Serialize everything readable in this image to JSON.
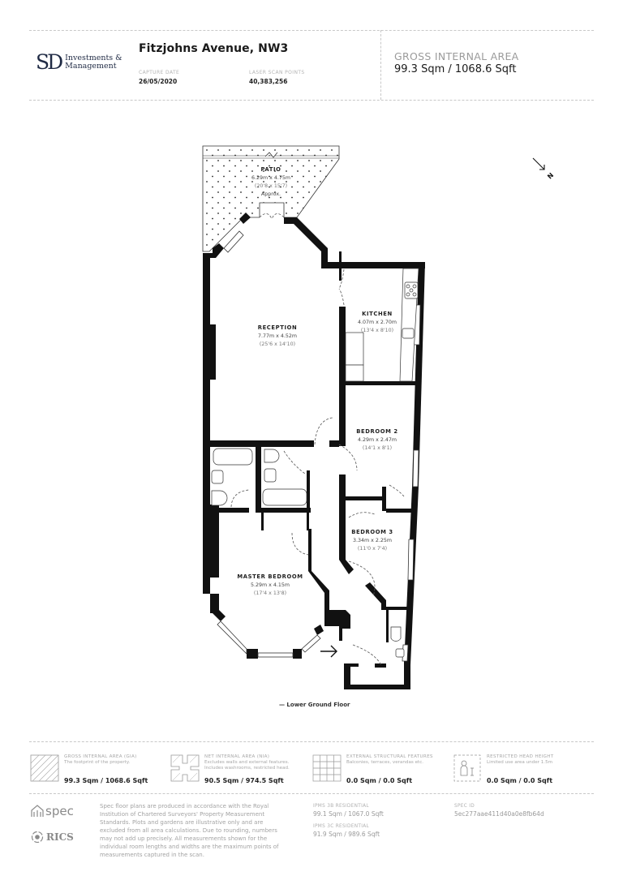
{
  "header": {
    "brand": {
      "mark": "SD",
      "line1": "Investments &",
      "line2": "Management"
    },
    "property_title": "Fitzjohns Avenue, NW3",
    "capture_date_label": "CAPTURE DATE",
    "capture_date": "26/05/2020",
    "laser_scan_label": "LASER SCAN POINTS",
    "laser_scan_points": "40,383,256",
    "gia_label": "GROSS INTERNAL AREA",
    "gia_value": "99.3 Sqm / 1068.6 Sqft"
  },
  "plan": {
    "compass_label": "N",
    "floor_caption": "— Lower Ground Floor",
    "rooms": [
      {
        "name": "PATIO",
        "metric": "6.29m x 4.75m",
        "imperial": "(20'8 x 15'7)",
        "note": "Approx."
      },
      {
        "name": "RECEPTION",
        "metric": "7.77m x 4.52m",
        "imperial": "(25'6 x 14'10)"
      },
      {
        "name": "KITCHEN",
        "metric": "4.07m x 2.70m",
        "imperial": "(13'4 x 8'10)"
      },
      {
        "name": "BEDROOM 2",
        "metric": "4.29m x 2.47m",
        "imperial": "(14'1 x 8'1)"
      },
      {
        "name": "BEDROOM 3",
        "metric": "3.34m x 2.25m",
        "imperial": "(11'0 x 7'4)"
      },
      {
        "name": "MASTER BEDROOM",
        "metric": "5.29m x 4.15m",
        "imperial": "(17'4 x 13'8)"
      }
    ]
  },
  "legend": [
    {
      "title": "GROSS INTERNAL AREA (GIA)",
      "desc1": "The footprint of the property.",
      "desc2": "",
      "value": "99.3 Sqm / 1068.6 Sqft",
      "icon": "hatched-square-icon"
    },
    {
      "title": "NET INTERNAL AREA (NIA)",
      "desc1": "Excludes walls and external features.",
      "desc2": "Includes washrooms, restricted head.",
      "value": "90.5 Sqm / 974.5 Sqft",
      "icon": "hatched-plan-icon"
    },
    {
      "title": "EXTERNAL STRUCTURAL FEATURES",
      "desc1": "Balconies, terraces, verandas etc.",
      "desc2": "",
      "value": "0.0 Sqm / 0.0 Sqft",
      "icon": "grid-icon"
    },
    {
      "title": "RESTRICTED HEAD HEIGHT",
      "desc1": "Limited use area under 1.5m",
      "desc2": "",
      "value": "0.0 Sqm / 0.0 Sqft",
      "icon": "person-height-icon"
    }
  ],
  "footer": {
    "spec_logo": "spec",
    "rics_logo": "RICS",
    "disclaimer": "Spec floor plans are produced in accordance with the Royal Institution of Chartered Surveyors' Property Measurement Standards. Plots and gardens are illustrative only and are excluded from all area calculations. Due to rounding, numbers may not add up precisely. All measurements shown for the individual room lengths and widths are the maximum points of measurements captured in the scan.",
    "ipms3b_label": "IPMS 3B RESIDENTIAL",
    "ipms3b_value": "99.1 Sqm / 1067.0 Sqft",
    "ipms3c_label": "IPMS 3C RESIDENTIAL",
    "ipms3c_value": "91.9 Sqm / 989.6 Sqft",
    "spec_id_label": "SPEC ID",
    "spec_id_value": "5ec277aae411d40a0e8fb64d"
  },
  "colors": {
    "wall": "#111111",
    "label_gray": "#9b9b9b",
    "brand_navy": "#1f2a44"
  }
}
